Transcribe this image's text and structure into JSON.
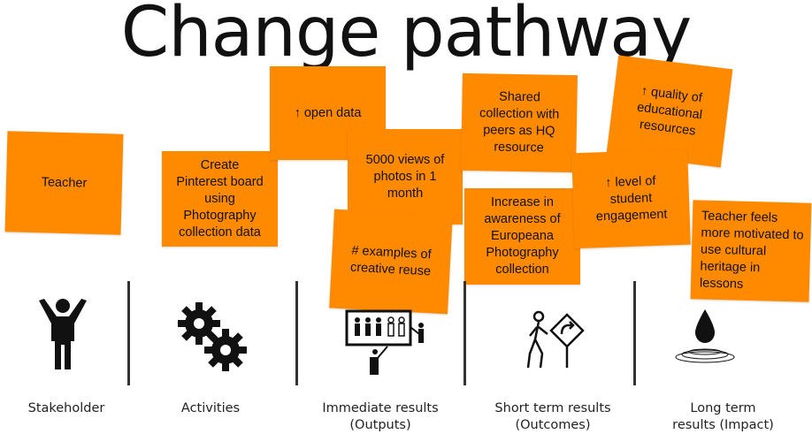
{
  "title": "Change pathway",
  "notes": {
    "teacher": "Teacher",
    "create_board": "Create Pinterest board using Photography collection data",
    "open_data": "↑ open data",
    "views": "5000 views of photos in 1 month",
    "examples": "# examples of creative reuse",
    "shared": "Shared collection with peers as HQ resource",
    "awareness": "Increase in awareness of Europeana Photography collection",
    "quality": "↑ quality of educational resources",
    "engagement": "↑ level of student engagement",
    "motivated": "Teacher feels more motivated to use cultural heritage in lessons"
  },
  "columns": {
    "stakeholder": "Stakeholder",
    "activities": "Activities",
    "outputs": "Immediate results\n(Outputs)",
    "outcomes": "Short term results\n(Outcomes)",
    "impact": "Long term\nresults (Impact)"
  },
  "icons": [
    "person-icon",
    "gears-icon",
    "presentation-icon",
    "walking-person-sign-icon",
    "water-drop-icon"
  ],
  "colors": {
    "note": "#ff8a00"
  }
}
